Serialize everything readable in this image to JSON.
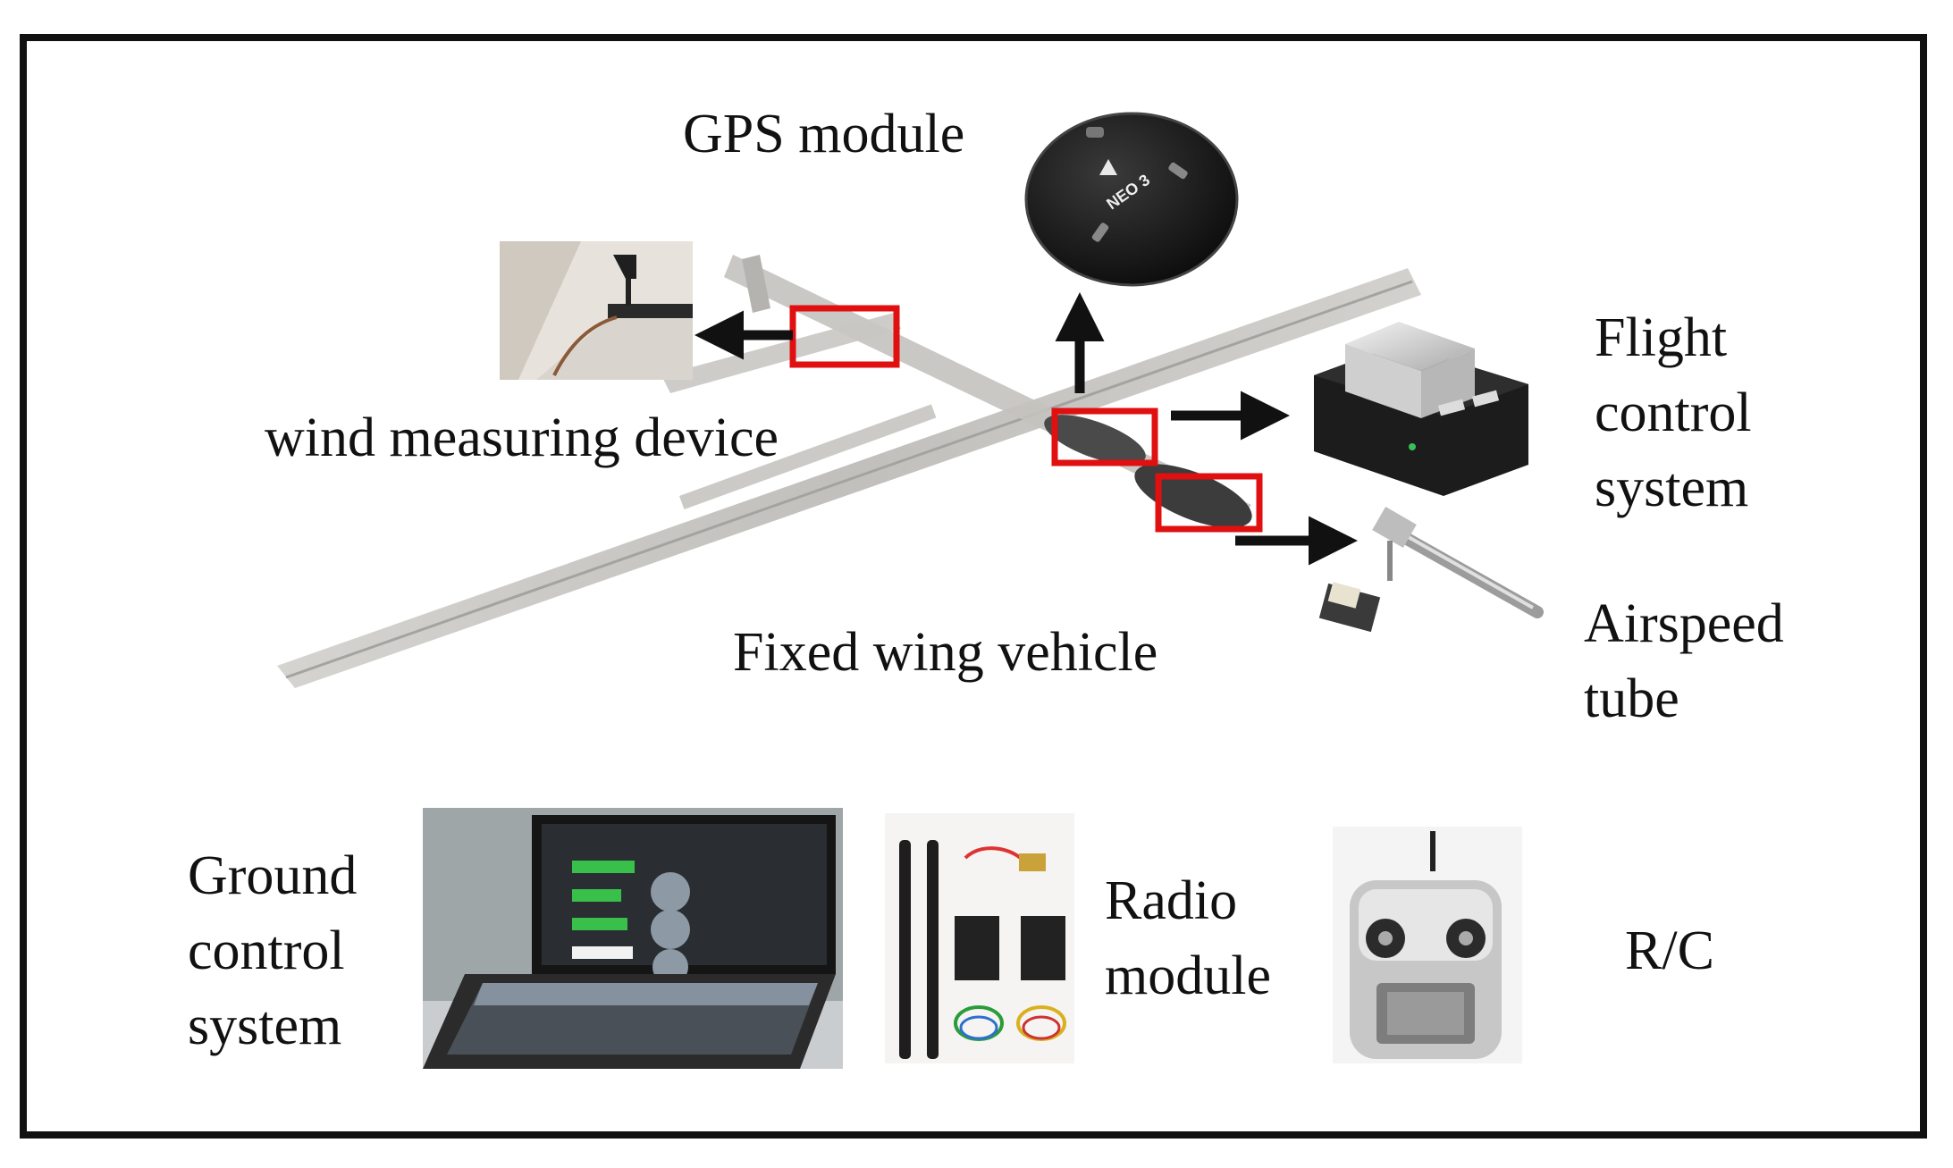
{
  "labels": {
    "gps": "GPS module",
    "wind": "wind measuring device",
    "flight_control": "Flight\ncontrol\nsystem",
    "airspeed": "Airspeed\ntube",
    "vehicle": "Fixed wing vehicle",
    "ground_control": "Ground\ncontrol\nsystem",
    "radio": "Radio\nmodule",
    "rc": "R/C"
  },
  "gps_text": "NEO 3",
  "colors": {
    "frame": "#111111",
    "highlight_box": "#e01010",
    "arrow": "#111111"
  }
}
